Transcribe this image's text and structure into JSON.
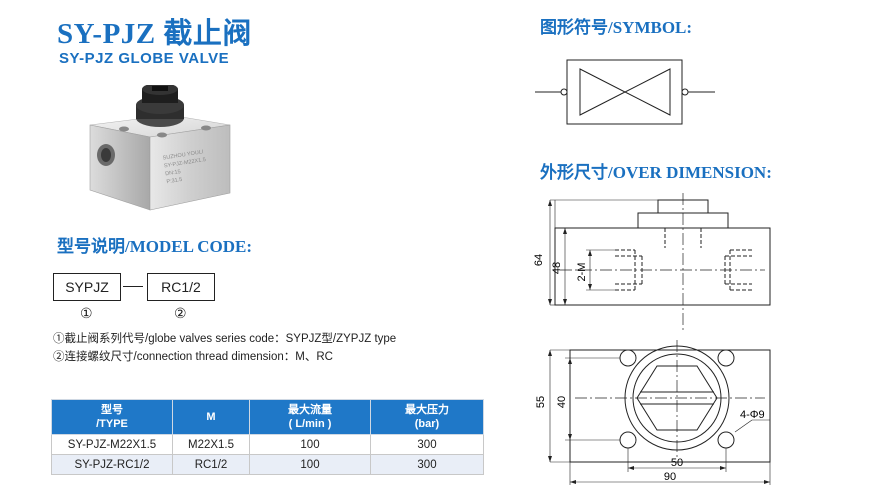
{
  "header": {
    "title": "SY-PJZ 截止阀",
    "subtitle": "SY-PJZ GLOBE VALVE"
  },
  "symbol_section": {
    "title": "图形符号/SYMBOL:"
  },
  "dimension_section": {
    "title": "外形尺寸/OVER DIMENSION:"
  },
  "model_code": {
    "title": "型号说明/MODEL CODE:",
    "boxes": [
      {
        "text": "SYPJZ",
        "marker": "①"
      },
      {
        "text": "RC1/2",
        "marker": "②"
      }
    ],
    "notes": [
      "①截止阀系列代号/globe valves series code：SYPJZ型/ZYPJZ type",
      "②连接螺纹尺寸/connection thread dimension：M、RC"
    ]
  },
  "spec_table": {
    "headers": [
      [
        "型号",
        "/TYPE"
      ],
      [
        "M",
        ""
      ],
      [
        "最大流量",
        "( L/min )"
      ],
      [
        "最大压力",
        "(bar)"
      ]
    ],
    "rows": [
      [
        "SY-PJZ-M22X1.5",
        "M22X1.5",
        "100",
        "300"
      ],
      [
        "SY-PJZ-RC1/2",
        "RC1/2",
        "100",
        "300"
      ]
    ]
  },
  "product_photo": {
    "engravings": [
      "SUZHOU YOULI",
      "SY-PJZ-M22X1.5",
      "DN:15",
      "P:31.5"
    ]
  },
  "drawing": {
    "front_dims": [
      "64",
      "48",
      "2-M"
    ],
    "top_dims": [
      "55",
      "40",
      "4-Φ9",
      "50",
      "90"
    ]
  },
  "colors": {
    "accent": "#1a70c0",
    "table_header": "#1f78c8",
    "table_alt_row": "#e9eef7"
  }
}
